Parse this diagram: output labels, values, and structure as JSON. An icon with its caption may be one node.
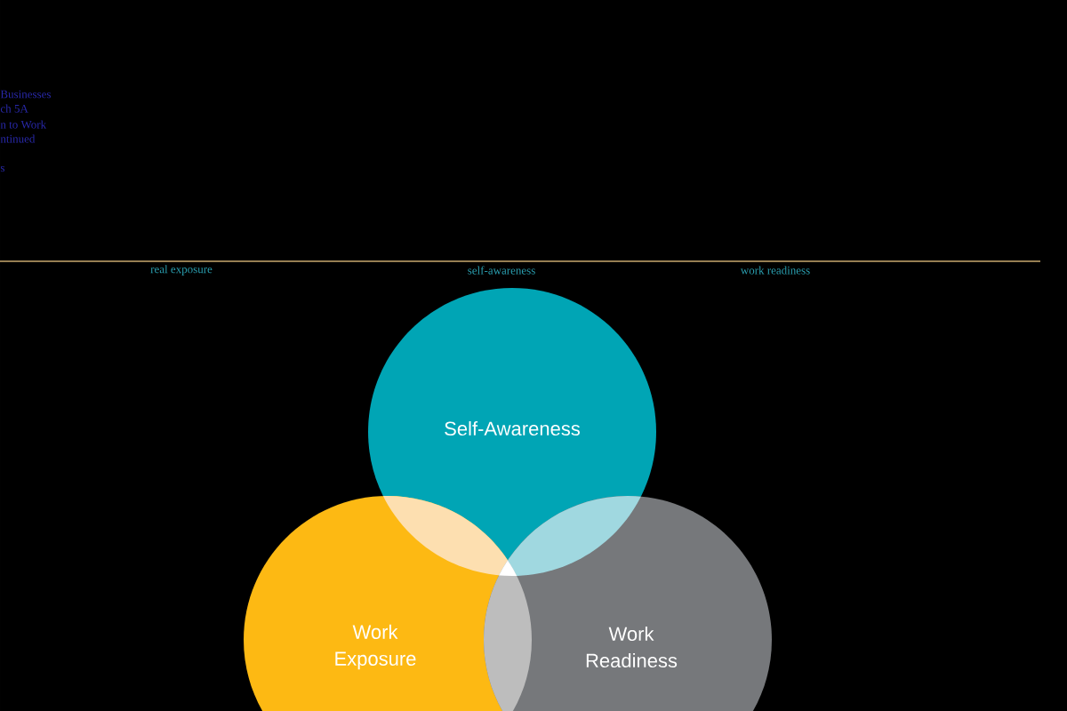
{
  "diagram": {
    "nodes": [
      {
        "text": [
          "Self-Awareness"
        ]
      },
      {
        "text": [
          "Work Exposure"
        ]
      },
      {
        "text": [
          "Work Readiness"
        ]
      }
    ],
    "labels": [
      "Businesses",
      "ch 5A",
      "n to Work",
      "ntinued",
      "s",
      "real exposure",
      "self-awareness",
      "work readiness"
    ]
  }
}
